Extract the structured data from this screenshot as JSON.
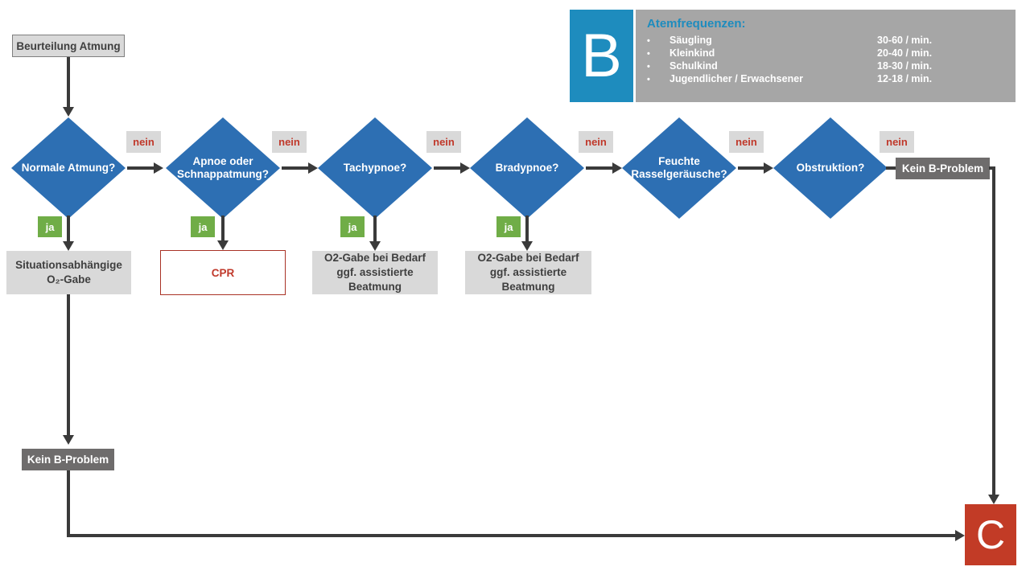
{
  "info_panel": {
    "letter": "B",
    "title": "Atemfrequenzen:",
    "rows": [
      {
        "label": "Säugling",
        "value": "30-60 / min."
      },
      {
        "label": "Kleinkind",
        "value": "20-40 / min."
      },
      {
        "label": "Schulkind",
        "value": "18-30 / min."
      },
      {
        "label": "Jugendlicher / Erwachsener",
        "value": "12-18 / min."
      }
    ]
  },
  "flowchart": {
    "start_label": "Beurteilung Atmung",
    "no_label": "nein",
    "yes_label": "ja",
    "decisions": [
      "Normale Atmung?",
      "Apnoe oder Schnappatmung?",
      "Tachypnoe?",
      "Bradypnoe?",
      "Feuchte Rasselgeräusche?",
      "Obstruktion?"
    ],
    "actions": {
      "situational_o2": "Situationsabhängige O₂-Gabe",
      "cpr": "CPR",
      "o2_assisted": "O2-Gabe bei Bedarf ggf. assistierte Beatmung"
    },
    "no_b_problem_label": "Kein B-Problem",
    "next_letter": "C"
  },
  "colors": {
    "diamond_blue": "#2d6fb3",
    "panel_blue": "#1e8cbe",
    "panel_gray": "#a6a6a6",
    "light_box_gray": "#d9d9d9",
    "dark_box_gray": "#6e6c6c",
    "yes_green": "#70ad47",
    "no_red": "#c0392b",
    "c_red": "#c23b26",
    "arrow": "#3a3a3a"
  }
}
